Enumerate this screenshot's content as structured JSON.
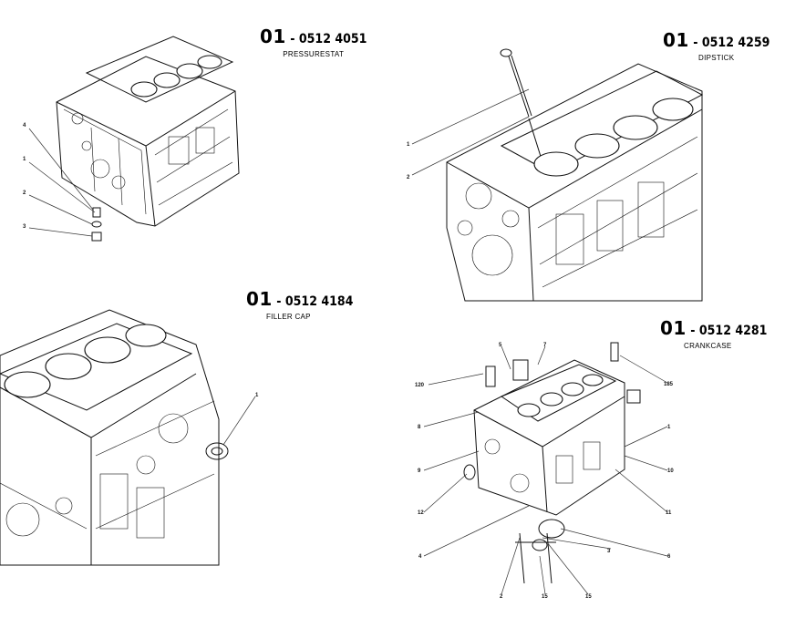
{
  "panels": [
    {
      "group": "01",
      "code": "- 0512 4051",
      "title": "PRESSURESTAT",
      "callouts": [
        "4",
        "1",
        "2",
        "3"
      ]
    },
    {
      "group": "01",
      "code": "- 0512 4259",
      "title": "DIPSTICK",
      "callouts": [
        "1",
        "2"
      ]
    },
    {
      "group": "01",
      "code": "- 0512 4184",
      "title": "FILLER CAP",
      "callouts": [
        "1"
      ]
    },
    {
      "group": "01",
      "code": "- 0512 4281",
      "title": "CRANKCASE",
      "callouts": [
        "5",
        "7",
        "120",
        "185",
        "8",
        "1",
        "9",
        "10",
        "12",
        "11",
        "4",
        "6",
        "3",
        "2",
        "15",
        "15"
      ]
    }
  ]
}
